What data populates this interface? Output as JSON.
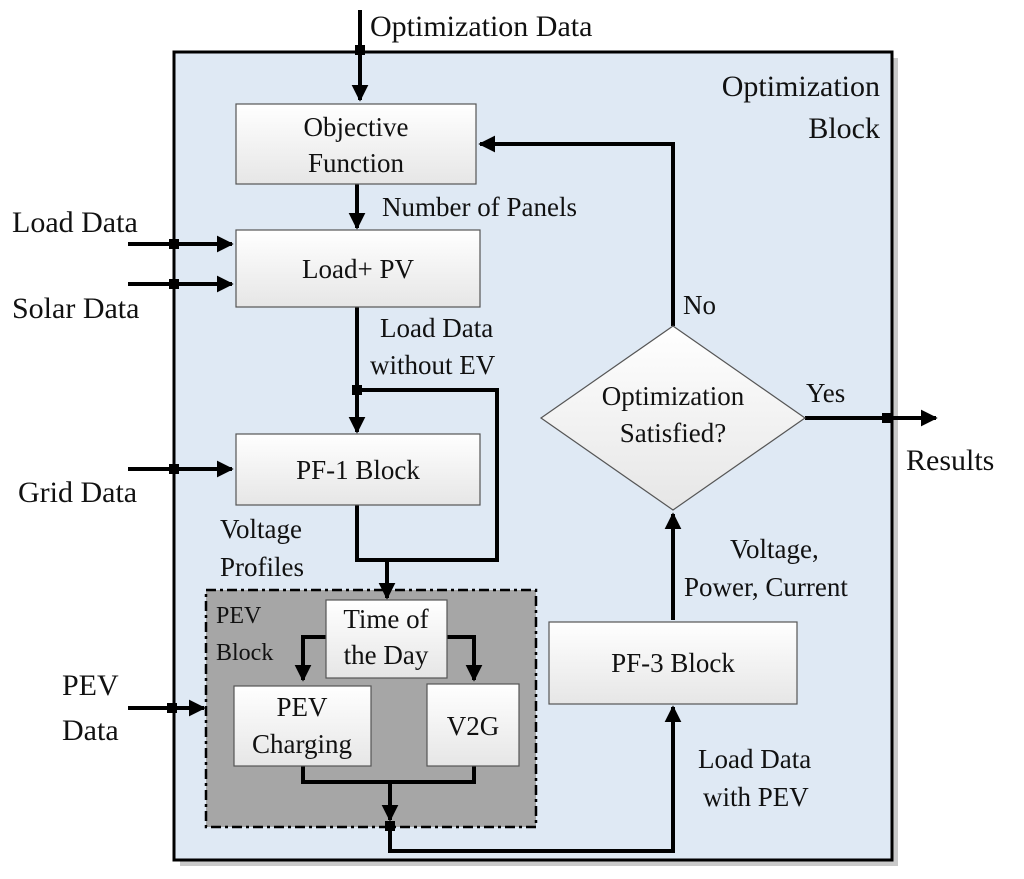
{
  "inputs": {
    "optimization_data": "Optimization Data",
    "load_data": "Load Data",
    "solar_data": "Solar Data",
    "grid_data": "Grid Data",
    "pev_data_1": "PEV",
    "pev_data_2": "Data"
  },
  "optimization_block": {
    "label_1": "Optimization",
    "label_2": "Block"
  },
  "boxes": {
    "objective_1": "Objective",
    "objective_2": "Function",
    "load_pv": "Load+ PV",
    "pf1": "PF-1 Block",
    "time_1": "Time of",
    "time_2": "the Day",
    "pev_charging_1": "PEV",
    "pev_charging_2": "Charging",
    "v2g": "V2G",
    "pf3": "PF-3 Block"
  },
  "pev_block": {
    "label_1": "PEV",
    "label_2": "Block"
  },
  "decision": {
    "line_1": "Optimization",
    "line_2": "Satisfied?",
    "no": "No",
    "yes": "Yes"
  },
  "edge_labels": {
    "number_of_panels": "Number of Panels",
    "load_without_ev_1": "Load Data",
    "load_without_ev_2": "without EV",
    "voltage_profiles_1": "Voltage",
    "voltage_profiles_2": "Profiles",
    "vpc_1": "Voltage,",
    "vpc_2": "Power, Current",
    "load_with_pev_1": "Load Data",
    "load_with_pev_2": "with PEV"
  },
  "output": {
    "results": "Results"
  }
}
